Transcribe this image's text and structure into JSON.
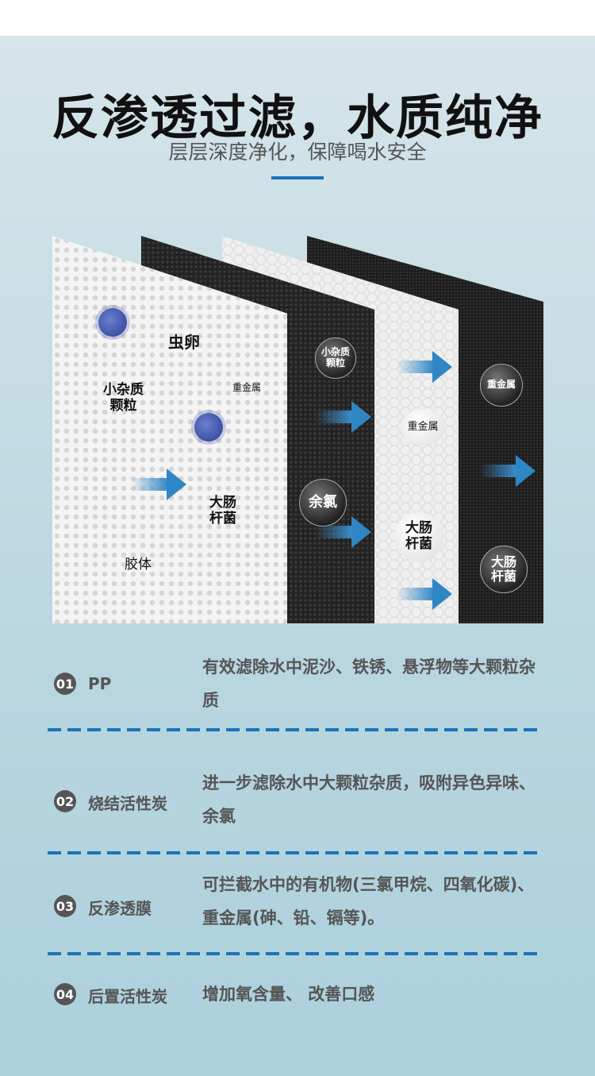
{
  "header": {
    "title": "反渗透过滤，水质纯净",
    "subtitle": "层层深度净化，保障喝水安全"
  },
  "panel_labels": {
    "p1": [
      "虫卵",
      "小杂质\n颗粒",
      "重金属",
      "大肠\n杆菌",
      "胶体"
    ],
    "p2": [
      "小杂质\n颗粒",
      "余氯"
    ],
    "p3": [
      "重金属",
      "大肠\n杆菌"
    ],
    "p4": [
      "重金属",
      "大肠\n杆菌"
    ]
  },
  "stages": [
    {
      "num": "01",
      "name": "PP",
      "desc": "有效滤除水中泥沙、铁锈、悬浮物等大颗粒杂质"
    },
    {
      "num": "02",
      "name": "烧结活性炭",
      "desc": "进一步滤除水中大颗粒杂质，吸附异色异味、余氯"
    },
    {
      "num": "03",
      "name": "反渗透膜",
      "desc": "可拦截水中的有机物(三氯甲烷、四氧化碳)、 重金属(砷、铅、镉等)。"
    },
    {
      "num": "04",
      "name": "后置活性炭",
      "desc": "增加氧含量、 改善口感"
    }
  ],
  "colors": {
    "accent": "#1a73b8",
    "text": "#555555"
  }
}
